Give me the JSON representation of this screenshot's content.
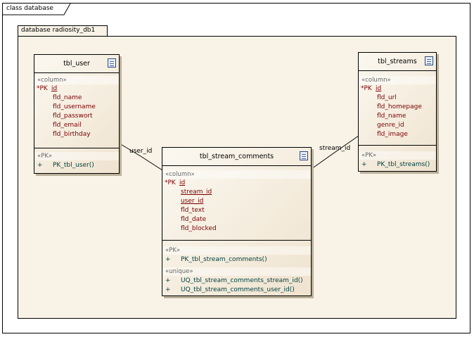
{
  "diagram": {
    "title": "class database"
  },
  "package": {
    "title": "database radiosity_db1"
  },
  "tables": {
    "user": {
      "name": "tbl_user",
      "column_stereotype": "«column»",
      "columns": [
        {
          "flag": "*PK",
          "name": "id"
        },
        {
          "flag": "",
          "name": "fld_name"
        },
        {
          "flag": "",
          "name": "fld_username"
        },
        {
          "flag": "",
          "name": "fld_passwort"
        },
        {
          "flag": "",
          "name": "fld_email"
        },
        {
          "flag": "",
          "name": "fld_birthday"
        }
      ],
      "pk_stereotype": "«PK»",
      "pk_ops": [
        {
          "vis": "+",
          "name": "PK_tbl_user()"
        }
      ]
    },
    "streams": {
      "name": "tbl_streams",
      "column_stereotype": "«column»",
      "columns": [
        {
          "flag": "*PK",
          "name": "id"
        },
        {
          "flag": "",
          "name": "fld_url"
        },
        {
          "flag": "",
          "name": "fld_homepage"
        },
        {
          "flag": "",
          "name": "fld_name"
        },
        {
          "flag": "",
          "name": "genre_id"
        },
        {
          "flag": "",
          "name": "fld_image"
        }
      ],
      "pk_stereotype": "«PK»",
      "pk_ops": [
        {
          "vis": "+",
          "name": "PK_tbl_streams()"
        }
      ]
    },
    "comments": {
      "name": "tbl_stream_comments",
      "column_stereotype": "«column»",
      "columns": [
        {
          "flag": "*PK",
          "name": "id"
        },
        {
          "flag": "",
          "name": "stream_id"
        },
        {
          "flag": "",
          "name": "user_id"
        },
        {
          "flag": "",
          "name": "fld_text"
        },
        {
          "flag": "",
          "name": "fld_date"
        },
        {
          "flag": "",
          "name": "fld_blocked"
        }
      ],
      "pk_stereotype": "«PK»",
      "pk_ops": [
        {
          "vis": "+",
          "name": "PK_tbl_stream_comments()"
        }
      ],
      "unique_stereotype": "«unique»",
      "unique_ops": [
        {
          "vis": "+",
          "name": "UQ_tbl_stream_comments_stream_id()"
        },
        {
          "vis": "+",
          "name": "UQ_tbl_stream_comments_user_id()"
        }
      ]
    }
  },
  "connections": {
    "user_comments": "user_id",
    "streams_comments": "stream_id"
  },
  "colors": {
    "column_text": "#7a0000",
    "operation_text": "#004040",
    "table_fill": "#efe3cf",
    "package_fill": "#f8f3e6"
  }
}
